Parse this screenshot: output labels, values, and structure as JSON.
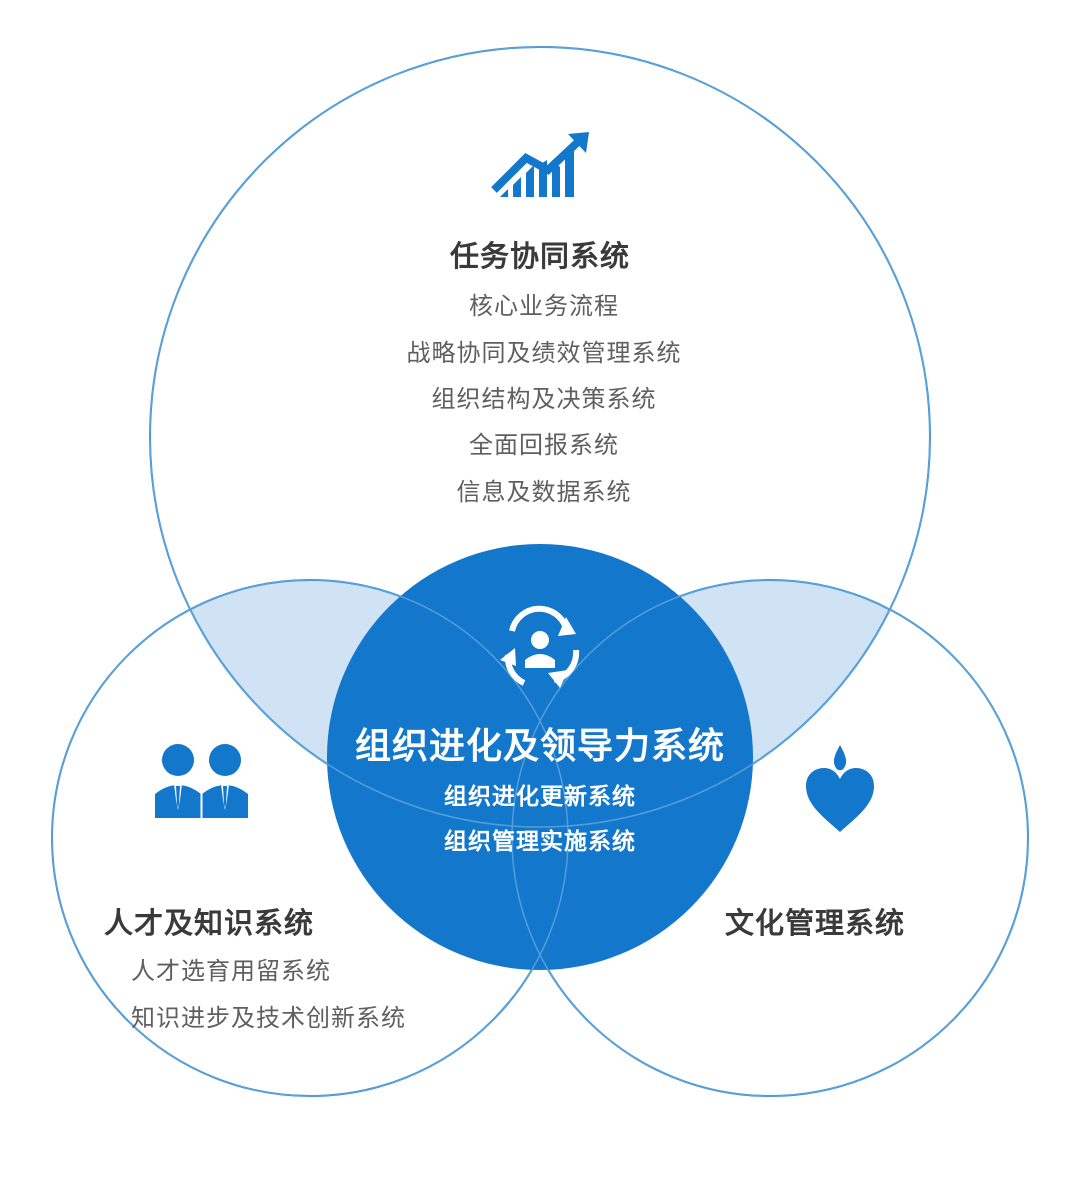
{
  "colors": {
    "primary_blue": "#1377cc",
    "light_blue_fill": "#cfe3f4",
    "circle_stroke": "#1f7fcb",
    "dark_text": "#3a3a3a",
    "gray_text": "#5f5f5f",
    "white_text": "#ffffff"
  },
  "top_system": {
    "icon": "rising-bar-chart-icon",
    "title": "任务协同系统",
    "items": [
      "核心业务流程",
      "战略协同及绩效管理系统",
      "组织结构及决策系统",
      "全面回报系统",
      "信息及数据系统"
    ]
  },
  "center_system": {
    "icon": "person-cycle-icon",
    "title": "组织进化及领导力系统",
    "items": [
      "组织进化更新系统",
      "组织管理实施系统"
    ]
  },
  "left_system": {
    "icon": "two-people-icon",
    "title": "人才及知识系统",
    "items": [
      "人才选育用留系统",
      "知识进步及技术创新系统"
    ]
  },
  "right_system": {
    "icon": "heart-flame-icon",
    "title": "文化管理系统"
  }
}
